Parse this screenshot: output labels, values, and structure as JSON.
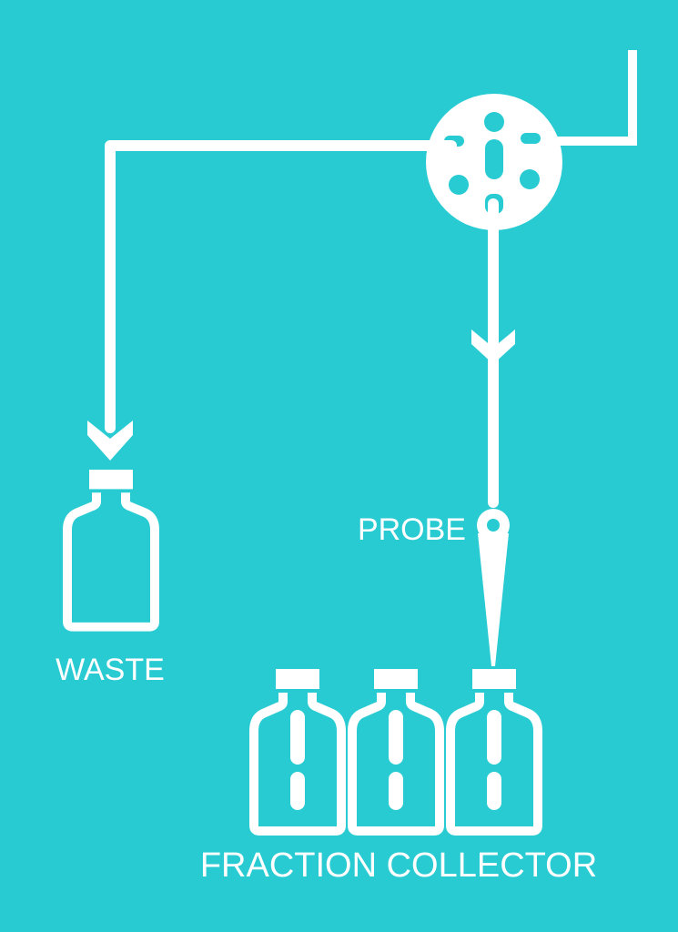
{
  "diagram": {
    "background_color": "#29CBD3",
    "line_color": "#FFFFFF",
    "labels": {
      "probe": "PROBE",
      "waste": "WASTE",
      "fraction_collector": "FRACTION COLLECTOR"
    },
    "components": {
      "valve": "six-port-valve-icon",
      "probe": "probe-needle-icon",
      "waste_bottle": "waste-bottle-icon",
      "collector_bottles": [
        "collector-bottle-icon",
        "collector-bottle-icon",
        "collector-bottle-icon"
      ]
    }
  }
}
